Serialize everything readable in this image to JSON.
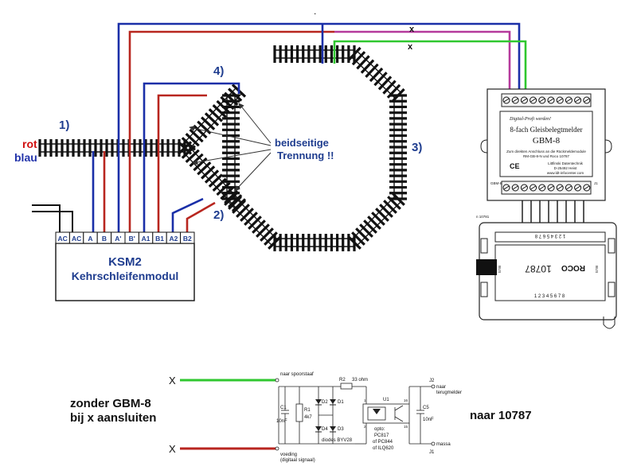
{
  "track": {
    "label_1": "1)",
    "label_2": "2)",
    "label_3": "3)",
    "label_4": "4)",
    "rot": "rot",
    "blau": "blau",
    "trennung_line1": "beidseitige",
    "trennung_line2": "Trennung !!"
  },
  "ksm2": {
    "terminals": [
      "AC",
      "AC",
      "A",
      "B",
      "A'",
      "B'",
      "A1",
      "B1",
      "A2",
      "B2"
    ],
    "title": "KSM2",
    "subtitle": "Kehrschleifenmodul"
  },
  "wires": {
    "x_top": "x",
    "x_green": "x",
    "dot": "."
  },
  "gbm8": {
    "tagline": "Digital-Profi werden!",
    "title_line1": "8-fach Gleisbelegtmelder",
    "title_line2": "GBM-8",
    "desc_line1": "Zum direkten Anschluss an die Rückmeldemodule",
    "desc_line2": "RM-GB-8-N und Roco 10787",
    "maker_line1": "Littfinski Datentechnik",
    "maker_line2": "D-25492 Heist",
    "maker_line3": "www.ldt-infocenter.com",
    "ce": "CE",
    "side_label": "GBM-8",
    "j1_label": "J1",
    "n_label": "n 10781"
  },
  "roco": {
    "model": "10787",
    "brand": "ROCO",
    "bus_left": "BUS",
    "bus_right": "BUS",
    "numbers": "1 2 3 4 5 6 7 8"
  },
  "circuit": {
    "x_top": "X",
    "x_bottom": "X",
    "left_line1": "zonder GBM-8",
    "left_line2": "bij x aansluiten",
    "right": "naar 10787",
    "naar_spoorstaaf": "naar spoorstaaf",
    "voeding_line1": "voeding",
    "voeding_line2": "(digitaal signaal)",
    "r2": "R2",
    "r2_value": "33 ohm",
    "u1": "U1",
    "c1": "C1",
    "c1_value": "10nF",
    "r1": "R1",
    "r1_value": "4k7",
    "d1": "D1",
    "d2": "D2",
    "d3": "D3",
    "d4": "D4",
    "diodes": "diodes BYV28",
    "opto": "opto:",
    "opto_line1": "PC817",
    "opto_line2": "of PC844",
    "opto_line3": "of ILQ620",
    "c5": "C5",
    "c5_value": "10nF",
    "j2": "J2",
    "j1": "J1",
    "naar_terugmelder_line1": "naar",
    "naar_terugmelder_line2": "terugmelder",
    "massa": "massa",
    "pin1": "1",
    "pin2": "2",
    "pin16": "16",
    "pin15": "15"
  },
  "colors": {
    "wire_blue": "#1a2fa8",
    "wire_red": "#b8261f",
    "wire_green": "#2fc72f",
    "wire_magenta": "#b53a9c",
    "rot_text": "#d01010",
    "blau_text": "#2233aa",
    "label_blue": "#1f3d8f"
  }
}
